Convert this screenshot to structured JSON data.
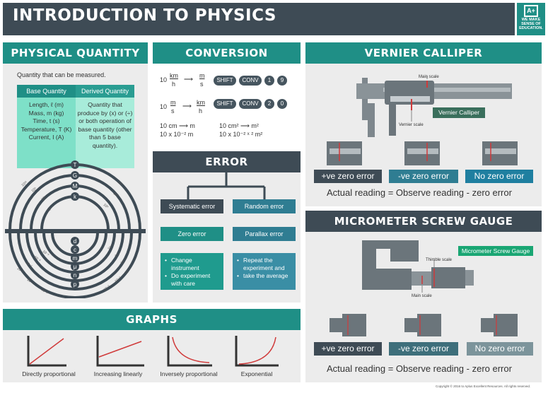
{
  "title": "INTRODUCTION TO PHYSICS",
  "logo": {
    "mark": "A+",
    "tagline": [
      "WE MAKE",
      "SENSE OF",
      "EDUCATION."
    ]
  },
  "physical_quantity": {
    "header": "PHYSICAL QUANTITY",
    "intro": "Quantity that can be measured.",
    "col1_header": "Base Quantity",
    "col2_header": "Derived Quantity",
    "base_items": [
      "Length, ℓ (m)",
      "Mass, m (kg)",
      "Time, t (s)",
      "Temperature, T (K)",
      "Current, I (A)"
    ],
    "derived_text": "Quantity that produce by (x) or (÷) or both operation of base quantity (other than 5 base quantity).",
    "prefixes_upper": [
      "T",
      "G",
      "M",
      "k"
    ],
    "prefixes_lower": [
      "d",
      "c",
      "m",
      "μ",
      "n",
      "p"
    ],
    "arrow_labels_upper": [
      "10¹²",
      "10⁹",
      "10⁶",
      "10³",
      "10³",
      "10³",
      "10³"
    ],
    "arrow_labels_lower": [
      "10⁻¹",
      "10⁻²",
      "10⁻³",
      "10⁻³",
      "10⁻³",
      "10⁻³",
      "10⁻¹",
      "10⁻²",
      "10⁻³",
      "10⁻³",
      "10⁻³",
      "10⁻³"
    ]
  },
  "conversion": {
    "header": "CONVERSION",
    "row1": {
      "lhs_num": "10",
      "lhs_top": "km",
      "lhs_bot": "h",
      "rhs_top": "m",
      "rhs_bot": "s",
      "keys": [
        "SHIFT",
        "CONV",
        "1",
        "9"
      ]
    },
    "row2": {
      "lhs_num": "10",
      "lhs_top": "m",
      "lhs_bot": "s",
      "rhs_top": "km",
      "rhs_bot": "h",
      "keys": [
        "SHIFT",
        "CONV",
        "2",
        "0"
      ]
    },
    "line1_left": "10 cm  ⟶  m",
    "line2_left": "10 x 10⁻² m",
    "line1_right": "10 cm²  ⟶  m²",
    "line2_right": "10 x 10⁻² ˣ ² m²"
  },
  "error": {
    "header": "ERROR",
    "systematic": "Systematic error",
    "random": "Random error",
    "zero": "Zero error",
    "parallax": "Parallax error",
    "systematic_fixes": [
      "Change instrument",
      "Do experiment with care"
    ],
    "random_fixes": [
      "Repeat the experiment and",
      "take the average"
    ]
  },
  "graphs": {
    "header": "GRAPHS",
    "labels": [
      "Directly proportional",
      "Increasing linearly",
      "Inversely proportional",
      "Exponential"
    ]
  },
  "vernier": {
    "header": "VERNIER CALLIPER",
    "main_scale": "Main scale",
    "vernier_scale": "Vernier scale",
    "tag": "Vernier Calliper",
    "positive": "+ve zero error",
    "negative": "-ve zero error",
    "none": "No zero error",
    "reading": "Actual reading = Observe reading - zero error"
  },
  "micrometer": {
    "header": "MICROMETER SCREW GAUGE",
    "thimble_scale": "Thimble scale",
    "main_scale": "Main scale",
    "tag": "Micrometer Screw Gauge",
    "positive": "+ve zero error",
    "negative": "-ve zero error",
    "none": "No zero error",
    "reading": "Actual reading = Observe reading - zero error"
  },
  "copyright": "Copyright © 2016 to Aplus Excellent Resources. All rights reserved.",
  "colors": {
    "dark": "#3e4b55",
    "teal": "#1f8f86",
    "mint": "#7ee0c8",
    "blue": "#2f7d92",
    "red": "#d03a3a"
  }
}
